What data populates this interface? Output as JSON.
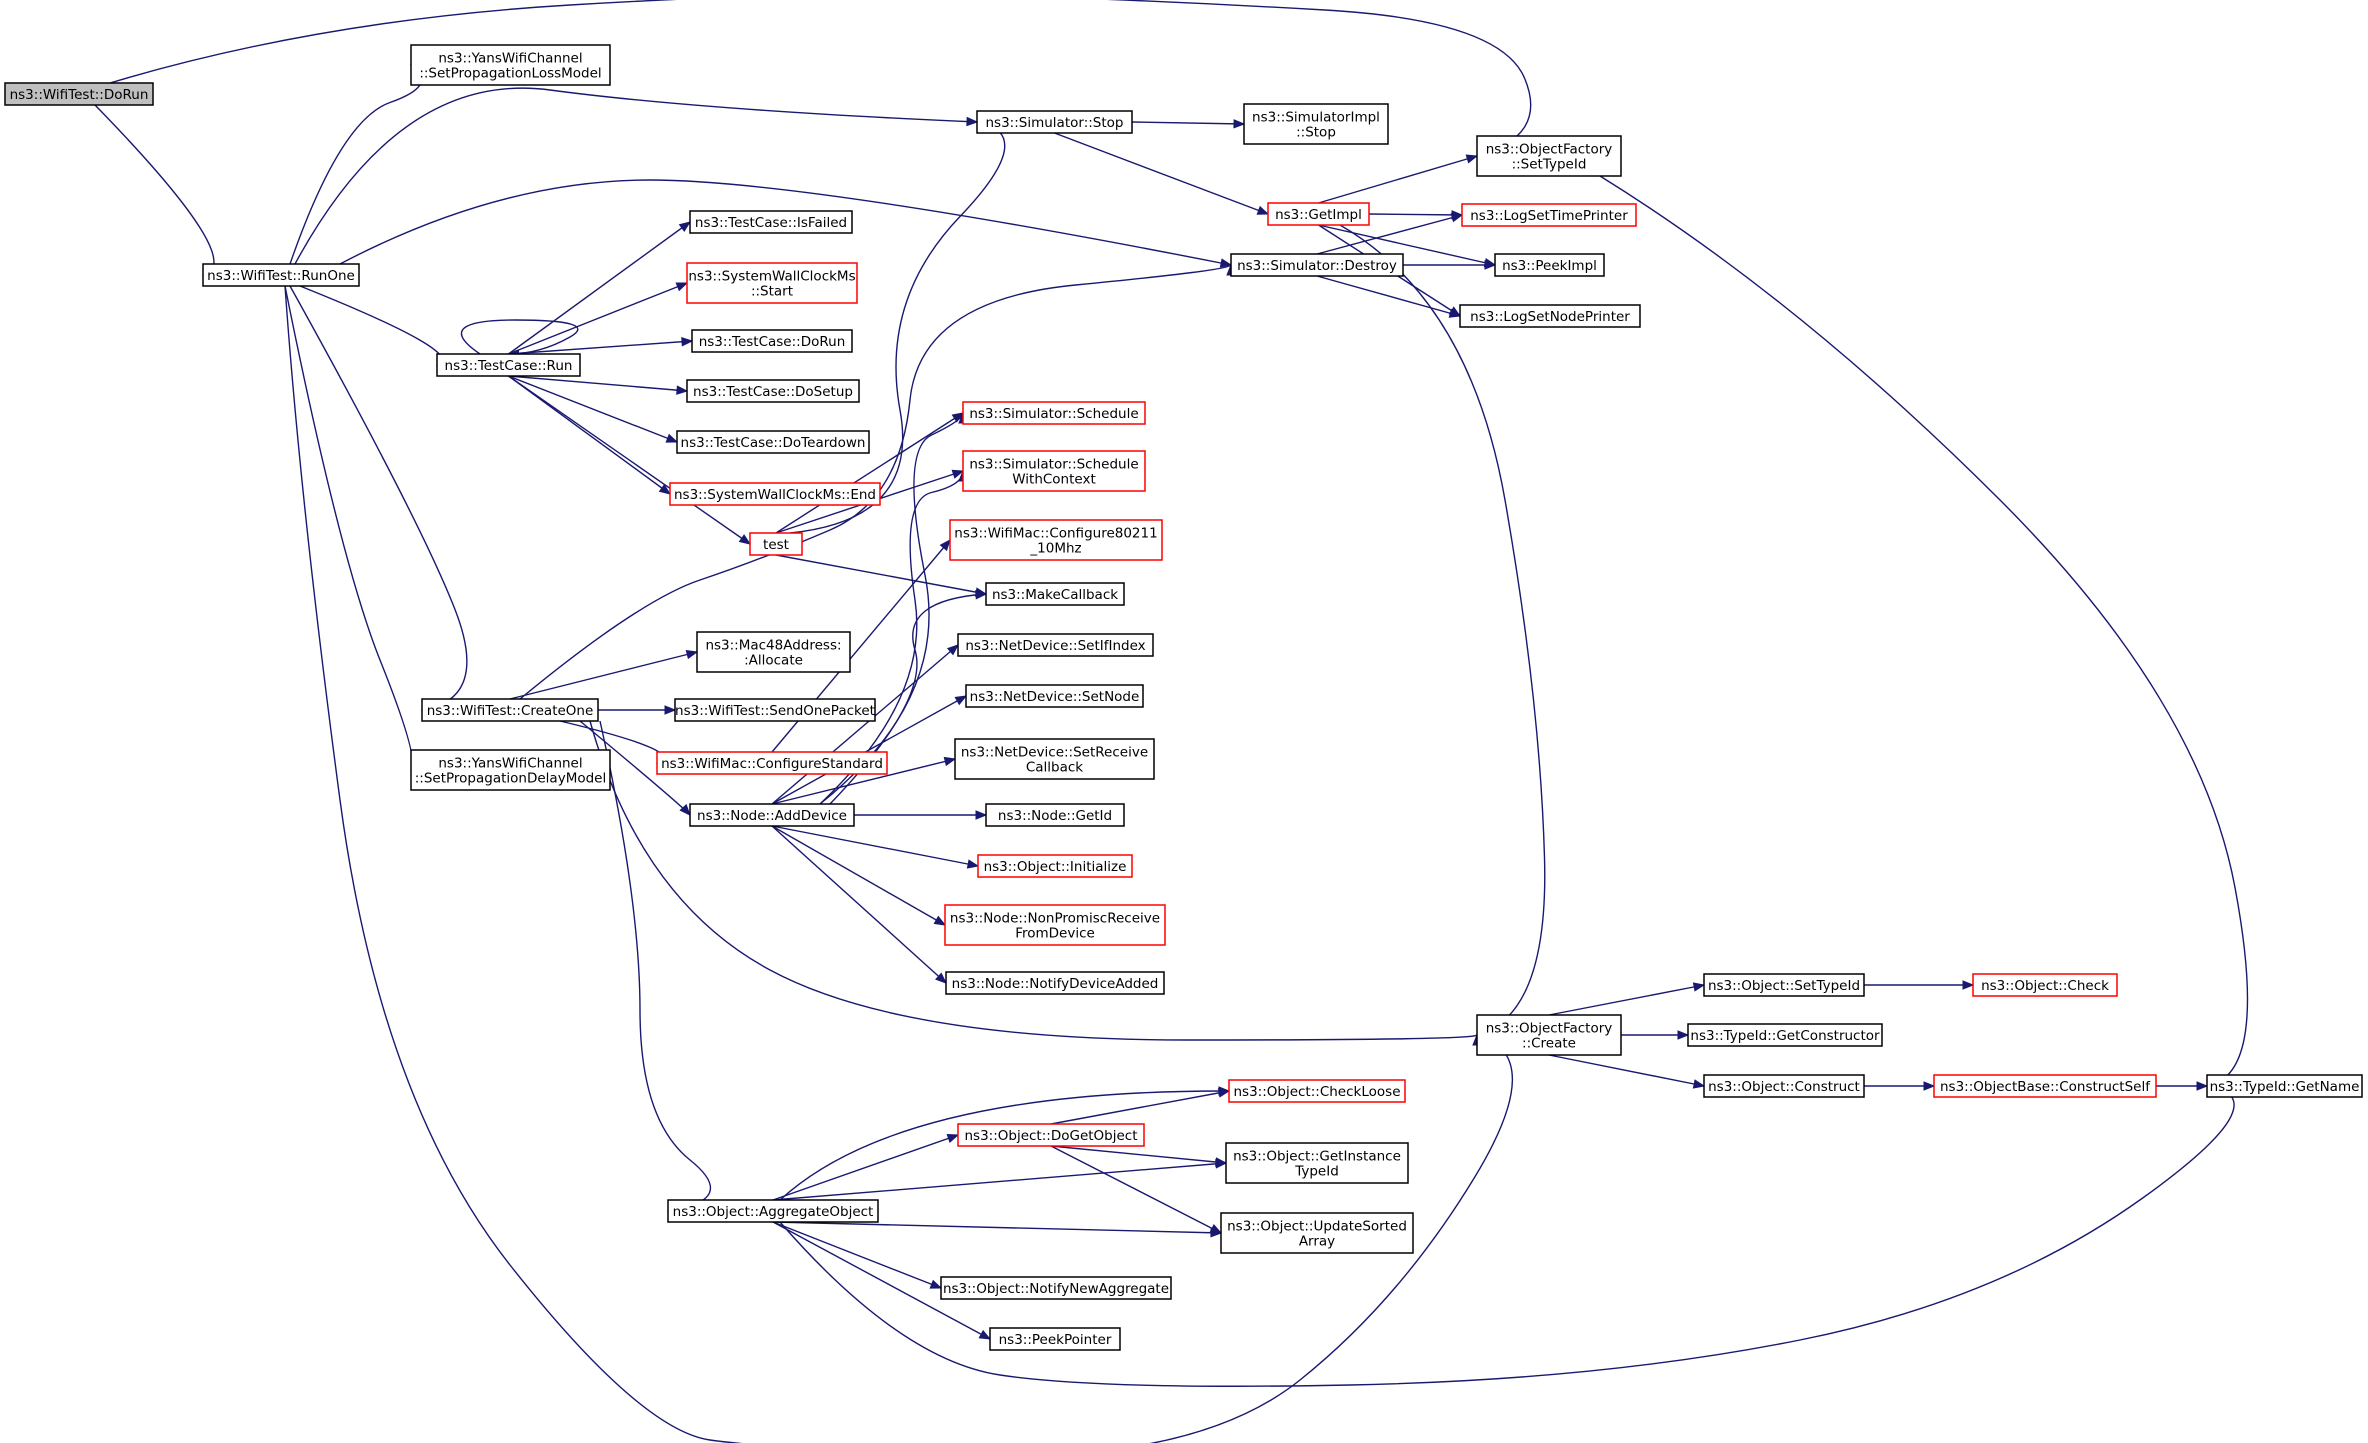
{
  "graph": {
    "edge_color": "#191970",
    "node_border_default": "#000000",
    "node_border_incomplete": "#ff0000",
    "root_fill": "#bfbfbf",
    "nodes": [
      {
        "id": "dorun_root",
        "lines": [
          "ns3::WifiTest::DoRun"
        ],
        "style": "root"
      },
      {
        "id": "runone",
        "lines": [
          "ns3::WifiTest::RunOne"
        ],
        "style": "black"
      },
      {
        "id": "setproploss",
        "lines": [
          "ns3::YansWifiChannel",
          "::SetPropagationLossModel"
        ],
        "style": "black"
      },
      {
        "id": "setpropdelay",
        "lines": [
          "ns3::YansWifiChannel",
          "::SetPropagationDelayModel"
        ],
        "style": "black"
      },
      {
        "id": "createone",
        "lines": [
          "ns3::WifiTest::CreateOne"
        ],
        "style": "black"
      },
      {
        "id": "tc_run",
        "lines": [
          "ns3::TestCase::Run"
        ],
        "style": "black"
      },
      {
        "id": "tc_isfailed",
        "lines": [
          "ns3::TestCase::IsFailed"
        ],
        "style": "black"
      },
      {
        "id": "swc_start",
        "lines": [
          "ns3::SystemWallClockMs",
          "::Start"
        ],
        "style": "red"
      },
      {
        "id": "tc_dorun",
        "lines": [
          "ns3::TestCase::DoRun"
        ],
        "style": "black"
      },
      {
        "id": "tc_dosetup",
        "lines": [
          "ns3::TestCase::DoSetup"
        ],
        "style": "black"
      },
      {
        "id": "tc_doteardown",
        "lines": [
          "ns3::TestCase::DoTeardown"
        ],
        "style": "black"
      },
      {
        "id": "swc_end",
        "lines": [
          "ns3::SystemWallClockMs::End"
        ],
        "style": "red"
      },
      {
        "id": "test",
        "lines": [
          "test"
        ],
        "style": "red"
      },
      {
        "id": "sim_stop",
        "lines": [
          "ns3::Simulator::Stop"
        ],
        "style": "black"
      },
      {
        "id": "simimpl_stop",
        "lines": [
          "ns3::SimulatorImpl",
          "::Stop"
        ],
        "style": "black"
      },
      {
        "id": "getimpl",
        "lines": [
          "ns3::GetImpl"
        ],
        "style": "red"
      },
      {
        "id": "sim_destroy",
        "lines": [
          "ns3::Simulator::Destroy"
        ],
        "style": "black"
      },
      {
        "id": "of_settypeid",
        "lines": [
          "ns3::ObjectFactory",
          "::SetTypeId"
        ],
        "style": "black"
      },
      {
        "id": "logsettimeprinter",
        "lines": [
          "ns3::LogSetTimePrinter"
        ],
        "style": "red"
      },
      {
        "id": "peekimpl",
        "lines": [
          "ns3::PeekImpl"
        ],
        "style": "black"
      },
      {
        "id": "logsetnodeprinter",
        "lines": [
          "ns3::LogSetNodePrinter"
        ],
        "style": "black"
      },
      {
        "id": "sim_schedule",
        "lines": [
          "ns3::Simulator::Schedule"
        ],
        "style": "red"
      },
      {
        "id": "sim_schedctx",
        "lines": [
          "ns3::Simulator::Schedule",
          "WithContext"
        ],
        "style": "red"
      },
      {
        "id": "wifimac_cfg10",
        "lines": [
          "ns3::WifiMac::Configure80211",
          "_10Mhz"
        ],
        "style": "red"
      },
      {
        "id": "makecallback",
        "lines": [
          "ns3::MakeCallback"
        ],
        "style": "black"
      },
      {
        "id": "mac48_alloc",
        "lines": [
          "ns3::Mac48Address:",
          ":Allocate"
        ],
        "style": "black"
      },
      {
        "id": "sendonepacket",
        "lines": [
          "ns3::WifiTest::SendOnePacket"
        ],
        "style": "black"
      },
      {
        "id": "wifimac_cfgstd",
        "lines": [
          "ns3::WifiMac::ConfigureStandard"
        ],
        "style": "red"
      },
      {
        "id": "node_adddevice",
        "lines": [
          "ns3::Node::AddDevice"
        ],
        "style": "black"
      },
      {
        "id": "nd_setifindex",
        "lines": [
          "ns3::NetDevice::SetIfIndex"
        ],
        "style": "black"
      },
      {
        "id": "nd_setnode",
        "lines": [
          "ns3::NetDevice::SetNode"
        ],
        "style": "black"
      },
      {
        "id": "nd_setreceivecb",
        "lines": [
          "ns3::NetDevice::SetReceive",
          "Callback"
        ],
        "style": "black"
      },
      {
        "id": "node_getid",
        "lines": [
          "ns3::Node::GetId"
        ],
        "style": "black"
      },
      {
        "id": "obj_initialize",
        "lines": [
          "ns3::Object::Initialize"
        ],
        "style": "red"
      },
      {
        "id": "node_nonpromisc",
        "lines": [
          "ns3::Node::NonPromiscReceive",
          "FromDevice"
        ],
        "style": "red"
      },
      {
        "id": "node_notifyadded",
        "lines": [
          "ns3::Node::NotifyDeviceAdded"
        ],
        "style": "black"
      },
      {
        "id": "of_create",
        "lines": [
          "ns3::ObjectFactory",
          "::Create"
        ],
        "style": "black"
      },
      {
        "id": "obj_settypeid",
        "lines": [
          "ns3::Object::SetTypeId"
        ],
        "style": "black"
      },
      {
        "id": "obj_check",
        "lines": [
          "ns3::Object::Check"
        ],
        "style": "red"
      },
      {
        "id": "typeid_getctor",
        "lines": [
          "ns3::TypeId::GetConstructor"
        ],
        "style": "black"
      },
      {
        "id": "obj_construct",
        "lines": [
          "ns3::Object::Construct"
        ],
        "style": "black"
      },
      {
        "id": "objbase_constructself",
        "lines": [
          "ns3::ObjectBase::ConstructSelf"
        ],
        "style": "red"
      },
      {
        "id": "typeid_getname",
        "lines": [
          "ns3::TypeId::GetName"
        ],
        "style": "black"
      },
      {
        "id": "obj_checkloose",
        "lines": [
          "ns3::Object::CheckLoose"
        ],
        "style": "red"
      },
      {
        "id": "obj_dogetobject",
        "lines": [
          "ns3::Object::DoGetObject"
        ],
        "style": "red"
      },
      {
        "id": "obj_getinstancetypeid",
        "lines": [
          "ns3::Object::GetInstance",
          "TypeId"
        ],
        "style": "black"
      },
      {
        "id": "obj_aggregate",
        "lines": [
          "ns3::Object::AggregateObject"
        ],
        "style": "black"
      },
      {
        "id": "obj_updatesorted",
        "lines": [
          "ns3::Object::UpdateSorted",
          "Array"
        ],
        "style": "black"
      },
      {
        "id": "obj_notifynewagg",
        "lines": [
          "ns3::Object::NotifyNewAggregate"
        ],
        "style": "black"
      },
      {
        "id": "peekpointer",
        "lines": [
          "ns3::PeekPointer"
        ],
        "style": "black"
      }
    ],
    "edges": [
      [
        "dorun_root",
        "runone"
      ],
      [
        "dorun_root",
        "of_settypeid"
      ],
      [
        "runone",
        "setproploss"
      ],
      [
        "runone",
        "sim_stop"
      ],
      [
        "runone",
        "sim_destroy"
      ],
      [
        "runone",
        "tc_run"
      ],
      [
        "runone",
        "createone"
      ],
      [
        "runone",
        "setpropdelay"
      ],
      [
        "runone",
        "of_create"
      ],
      [
        "tc_run",
        "tc_run"
      ],
      [
        "tc_run",
        "tc_isfailed"
      ],
      [
        "tc_run",
        "swc_start"
      ],
      [
        "tc_run",
        "tc_dorun"
      ],
      [
        "tc_run",
        "tc_dosetup"
      ],
      [
        "tc_run",
        "tc_doteardown"
      ],
      [
        "tc_run",
        "swc_end"
      ],
      [
        "tc_run",
        "test"
      ],
      [
        "test",
        "sim_stop"
      ],
      [
        "test",
        "sim_schedule"
      ],
      [
        "test",
        "sim_schedctx"
      ],
      [
        "test",
        "makecallback"
      ],
      [
        "sim_stop",
        "simimpl_stop"
      ],
      [
        "sim_stop",
        "getimpl"
      ],
      [
        "getimpl",
        "of_settypeid"
      ],
      [
        "getimpl",
        "logsettimeprinter"
      ],
      [
        "getimpl",
        "peekimpl"
      ],
      [
        "getimpl",
        "logsetnodeprinter"
      ],
      [
        "getimpl",
        "of_create"
      ],
      [
        "sim_destroy",
        "logsettimeprinter"
      ],
      [
        "sim_destroy",
        "peekimpl"
      ],
      [
        "sim_destroy",
        "logsetnodeprinter"
      ],
      [
        "of_settypeid",
        "typeid_getname"
      ],
      [
        "createone",
        "sim_destroy"
      ],
      [
        "createone",
        "mac48_alloc"
      ],
      [
        "createone",
        "sendonepacket"
      ],
      [
        "createone",
        "wifimac_cfgstd"
      ],
      [
        "createone",
        "node_adddevice"
      ],
      [
        "createone",
        "of_create"
      ],
      [
        "createone",
        "obj_aggregate"
      ],
      [
        "wifimac_cfgstd",
        "wifimac_cfg10"
      ],
      [
        "node_adddevice",
        "sim_schedule"
      ],
      [
        "node_adddevice",
        "sim_schedctx"
      ],
      [
        "node_adddevice",
        "makecallback"
      ],
      [
        "node_adddevice",
        "nd_setifindex"
      ],
      [
        "node_adddevice",
        "nd_setnode"
      ],
      [
        "node_adddevice",
        "nd_setreceivecb"
      ],
      [
        "node_adddevice",
        "node_getid"
      ],
      [
        "node_adddevice",
        "obj_initialize"
      ],
      [
        "node_adddevice",
        "node_nonpromisc"
      ],
      [
        "node_adddevice",
        "node_notifyadded"
      ],
      [
        "of_create",
        "obj_settypeid"
      ],
      [
        "of_create",
        "typeid_getctor"
      ],
      [
        "of_create",
        "obj_construct"
      ],
      [
        "obj_settypeid",
        "obj_check"
      ],
      [
        "obj_construct",
        "objbase_constructself"
      ],
      [
        "objbase_constructself",
        "typeid_getname"
      ],
      [
        "obj_aggregate",
        "obj_checkloose"
      ],
      [
        "obj_aggregate",
        "obj_dogetobject"
      ],
      [
        "obj_aggregate",
        "obj_getinstancetypeid"
      ],
      [
        "obj_aggregate",
        "obj_updatesorted"
      ],
      [
        "obj_aggregate",
        "obj_notifynewagg"
      ],
      [
        "obj_aggregate",
        "peekpointer"
      ],
      [
        "obj_aggregate",
        "typeid_getname"
      ],
      [
        "obj_dogetobject",
        "obj_checkloose"
      ],
      [
        "obj_dogetobject",
        "obj_getinstancetypeid"
      ],
      [
        "obj_dogetobject",
        "obj_updatesorted"
      ]
    ]
  }
}
